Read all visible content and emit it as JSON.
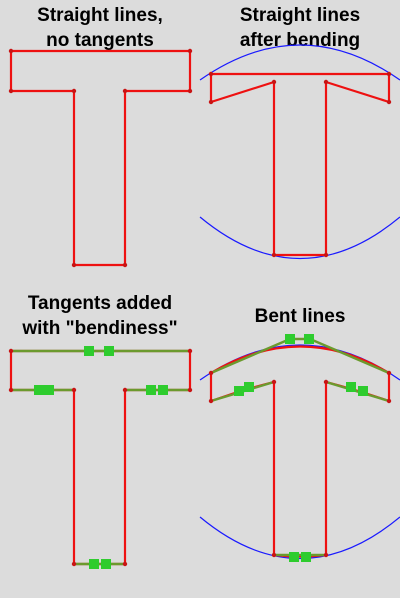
{
  "panels": [
    {
      "title_line1": "Straight lines,",
      "title_line2": "no tangents"
    },
    {
      "title_line1": "Straight lines",
      "title_line2": "after bending"
    },
    {
      "title_line1": "Tangents added",
      "title_line2": "with \"bendiness\""
    },
    {
      "title_line1": "Bent lines",
      "title_line2": ""
    }
  ],
  "colors": {
    "background": "#dcdcdc",
    "outline": "#ee1111",
    "guide": "#1a1aff",
    "tangent": "#6b9a2e",
    "handle": "#2ecc2e"
  }
}
